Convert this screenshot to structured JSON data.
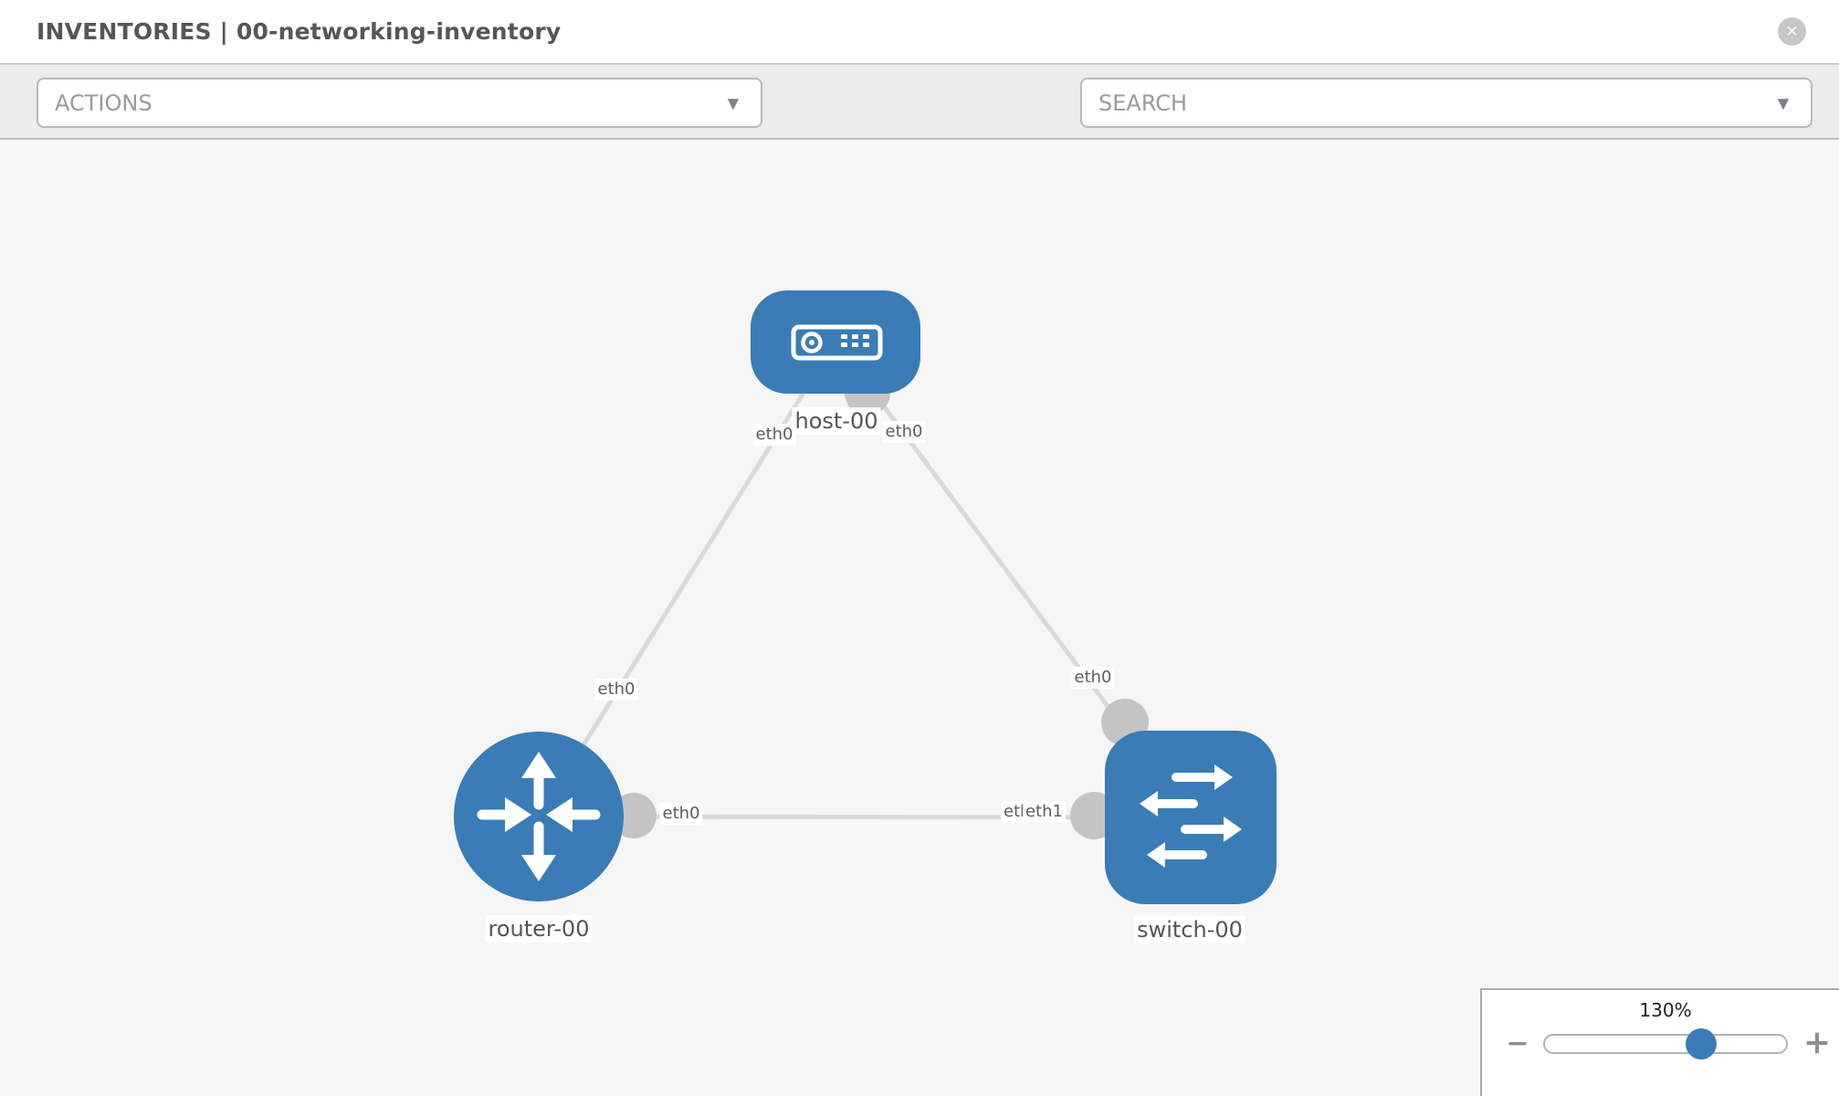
{
  "header": {
    "title": "INVENTORIES | 00-networking-inventory"
  },
  "icons": {
    "close": "✕",
    "caret": "▼",
    "minus": "−",
    "plus": "+",
    "toolbar": [
      "wrench-icon",
      "key-icon"
    ]
  },
  "toolbar": {
    "actions_label": "ACTIONS",
    "search_label": "SEARCH"
  },
  "diagram": {
    "nodes": [
      {
        "id": "host-00",
        "type": "host",
        "label": "host-00"
      },
      {
        "id": "router-00",
        "type": "router",
        "label": "router-00"
      },
      {
        "id": "switch-00",
        "type": "switch",
        "label": "switch-00"
      }
    ],
    "edges": [
      {
        "from": "host-00",
        "from_iface": "eth0",
        "to": "router-00",
        "to_iface": "eth0"
      },
      {
        "from": "host-00",
        "from_iface": "eth0",
        "to": "switch-00",
        "to_iface": "eth0"
      },
      {
        "from": "router-00",
        "from_iface": "eth0",
        "to": "switch-00",
        "to_iface": "eth1"
      }
    ],
    "iface_labels": {
      "host_left": "eth0",
      "host_right": "eth0",
      "router_top": "eth0",
      "router_right": "eth0",
      "switch_top": "eth0",
      "switch_left_under": "eth0",
      "switch_left_over": "eth1"
    }
  },
  "zoom": {
    "level": "130%"
  },
  "colors": {
    "node_blue": "#3a7cb5",
    "edge_gray": "#d9d9d9",
    "endpoint_gray": "#c4c4c4",
    "canvas_bg": "#f6f6f6"
  }
}
